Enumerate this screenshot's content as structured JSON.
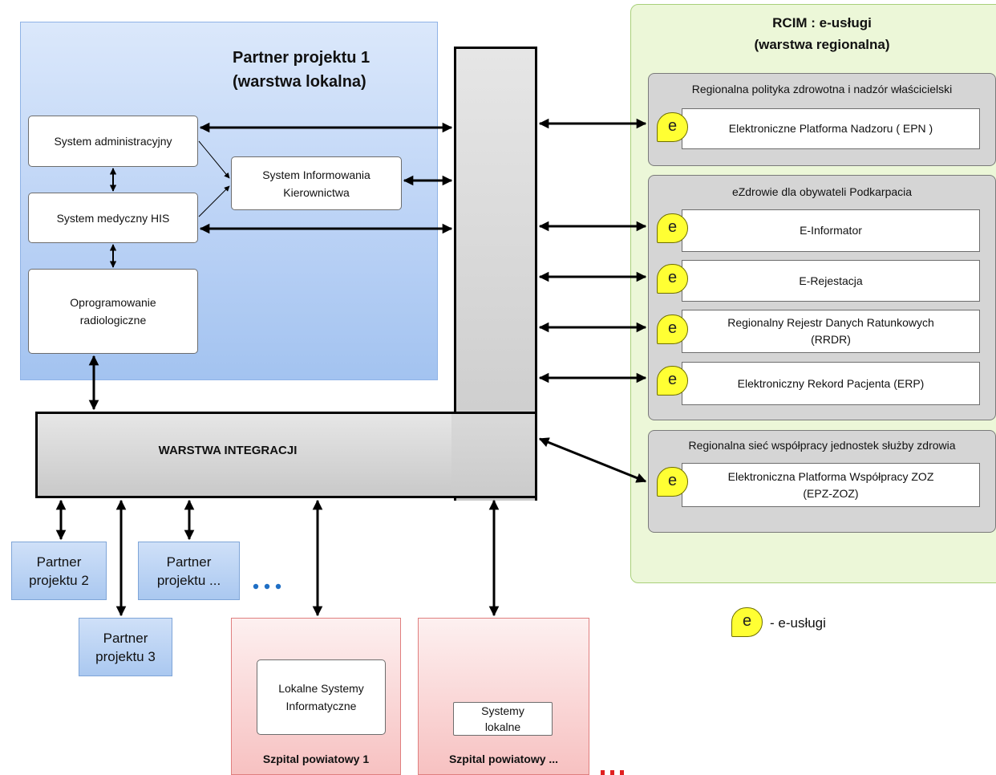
{
  "local_layer": {
    "title_line1": "Partner projektu 1",
    "title_line2": "(warstwa lokalna)",
    "systems": {
      "admin": "System administracyjny",
      "sik_line1": "System Informowania",
      "sik_line2": "Kierownictwa",
      "his": "System medyczny HIS",
      "radio_line1": "Oprogramowanie",
      "radio_line2": "radiologiczne"
    }
  },
  "integration_layer": {
    "label": "WARSTWA INTEGRACJI"
  },
  "regional_layer": {
    "title_line1": "RCIM : e-usługi",
    "title_line2": "(warstwa regionalna)",
    "groups": [
      {
        "title": "Regionalna polityka zdrowotna i nadzór właścicielski",
        "services": [
          {
            "line1": "Elektroniczne Platforma Nadzoru ( EPN )",
            "line2": ""
          }
        ]
      },
      {
        "title": "eZdrowie dla obywateli Podkarpacia",
        "services": [
          {
            "line1": "E-Informator",
            "line2": ""
          },
          {
            "line1": "E-Rejestacja",
            "line2": ""
          },
          {
            "line1": "Regionalny Rejestr Danych Ratunkowych",
            "line2": "(RRDR)"
          },
          {
            "line1": "Elektroniczny Rekord Pacjenta (ERP)",
            "line2": ""
          }
        ]
      },
      {
        "title": "Regionalna sieć współpracy jednostek służby zdrowia",
        "services": [
          {
            "line1": "Elektroniczna Platforma Współpracy ZOZ",
            "line2": "(EPZ-ZOZ)"
          }
        ]
      }
    ],
    "e_letter": "e"
  },
  "partners": [
    {
      "line1": "Partner",
      "line2": "projektu 2"
    },
    {
      "line1": "Partner",
      "line2": "projektu ..."
    },
    {
      "line1": "Partner",
      "line2": "projektu 3"
    }
  ],
  "hospitals": [
    {
      "inner_line1": "Lokalne Systemy",
      "inner_line2": "Informatyczne",
      "label": "Szpital powiatowy 1"
    },
    {
      "inner_line1": "Systemy",
      "inner_line2": "lokalne",
      "label": "Szpital powiatowy ..."
    }
  ],
  "legend": {
    "badge": "e",
    "text": "- e-usługi"
  },
  "colors": {
    "local_layer": "#b9d1f5",
    "regional_layer": "#ecf7d8",
    "integration": "#d0d0d0",
    "e_badge": "#ffff33",
    "hospital": "#f7c1c1",
    "dots_blue": "#1f6fc5",
    "dots_red": "#e02020"
  }
}
